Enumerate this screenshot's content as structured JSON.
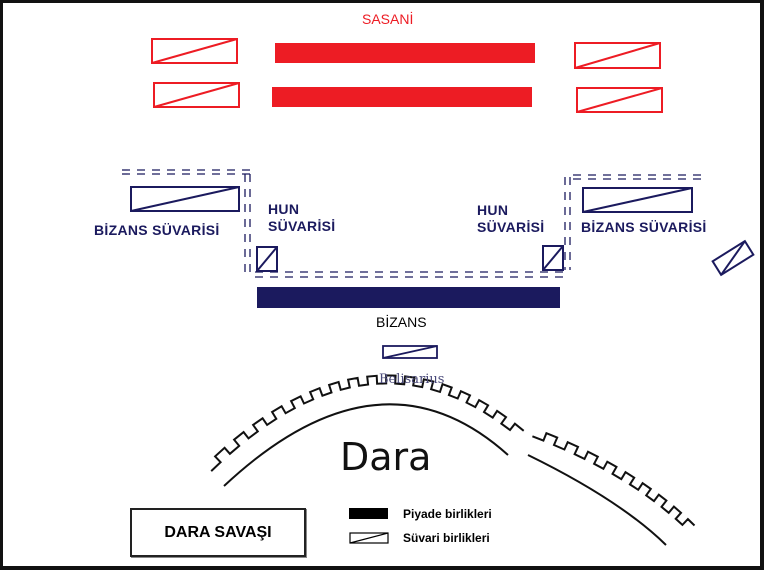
{
  "diagram": {
    "title": "DARA SAVAŞI",
    "sides": {
      "sasanian": {
        "label": "SASANİ",
        "color": "#ed1c24"
      },
      "byzantine": {
        "label": "BİZANS",
        "color": "#1b1a5e"
      }
    },
    "labels": {
      "byzantine_cavalry_left": "BİZANS  SÜVARİSİ",
      "byzantine_cavalry_right": "BİZANS  SÜVARİSİ",
      "hun_cavalry_left_line1": "HUN",
      "hun_cavalry_left_line2": "SÜVARİSİ",
      "hun_cavalry_right_line1": "HUN",
      "hun_cavalry_right_line2": "SÜVARİSİ",
      "commander": "Belisarius",
      "city": "Dara"
    },
    "legend": {
      "infantry": "Piyade birlikleri",
      "cavalry": "Süvari birlikleri"
    },
    "units": [
      {
        "side": "sasanian",
        "type": "cavalry",
        "position": "left-front"
      },
      {
        "side": "sasanian",
        "type": "infantry",
        "position": "center-front"
      },
      {
        "side": "sasanian",
        "type": "cavalry",
        "position": "right-front"
      },
      {
        "side": "sasanian",
        "type": "cavalry",
        "position": "left-rear"
      },
      {
        "side": "sasanian",
        "type": "infantry",
        "position": "center-rear"
      },
      {
        "side": "sasanian",
        "type": "cavalry",
        "position": "right-rear"
      },
      {
        "side": "byzantine",
        "type": "cavalry",
        "position": "left-wing"
      },
      {
        "side": "byzantine",
        "type": "cavalry",
        "position": "left-hun"
      },
      {
        "side": "byzantine",
        "type": "infantry",
        "position": "center"
      },
      {
        "side": "byzantine",
        "type": "cavalry",
        "position": "right-hun"
      },
      {
        "side": "byzantine",
        "type": "cavalry",
        "position": "right-wing"
      },
      {
        "side": "byzantine",
        "type": "cavalry",
        "position": "right-flank-detached"
      },
      {
        "side": "byzantine",
        "type": "cavalry",
        "position": "reserve-belisarius"
      }
    ]
  }
}
